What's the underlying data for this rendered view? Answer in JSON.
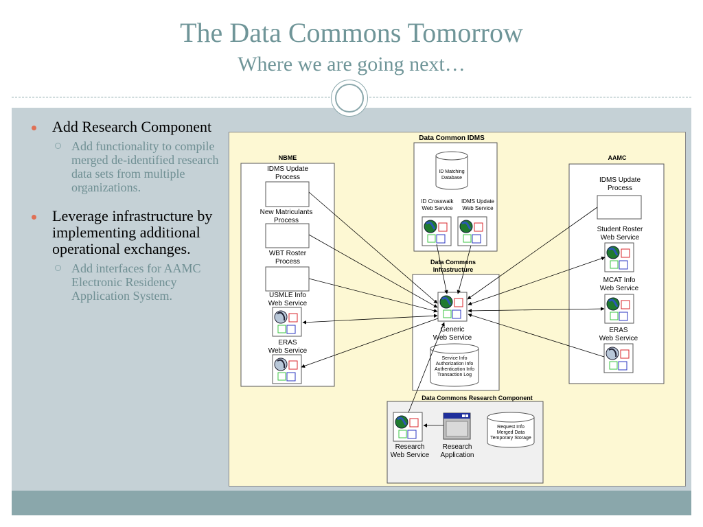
{
  "slide": {
    "title": "The Data Commons Tomorrow",
    "subtitle": "Where we are going next…"
  },
  "bullets": [
    {
      "text": "Add Research Component",
      "sub": "Add functionality to compile merged de-identified research data sets from multiple organizations."
    },
    {
      "text": "Leverage infrastructure by implementing additional operational exchanges.",
      "sub": "Add interfaces for AAMC Electronic Residency Application System."
    }
  ],
  "diagram": {
    "idms": {
      "title": "Data Common IDMS",
      "db_label": [
        "ID Matching",
        "Database"
      ],
      "crosswalk_label": [
        "ID Crosswalk",
        "Web Service"
      ],
      "update_label": [
        "IDMS Update",
        "Web Service"
      ]
    },
    "infrastructure": {
      "title": [
        "Data Commons",
        "Infrastructure"
      ],
      "generic_label": [
        "Generic",
        "Web Service"
      ],
      "db_label": [
        "Service Info",
        "Authorization Info",
        "Authentication Info",
        "Transaction Log"
      ]
    },
    "nbme": {
      "title": "NBME",
      "idms_update": [
        "IDMS Update",
        "Process"
      ],
      "new_matriculants": [
        "New Matriculants",
        "Process"
      ],
      "wbt_roster": [
        "WBT Roster",
        "Process"
      ],
      "usmle": [
        "USMLE Info",
        "Web Service"
      ],
      "eras": [
        "ERAS",
        "Web Service"
      ]
    },
    "aamc": {
      "title": "AAMC",
      "idms_update": [
        "IDMS Update",
        "Process"
      ],
      "student_roster": [
        "Student Roster",
        "Web Service"
      ],
      "mcat": [
        "MCAT Info",
        "Web Service"
      ],
      "eras": [
        "ERAS",
        "Web Service"
      ]
    },
    "research": {
      "title": "Data Commons Research Component",
      "ws_label": [
        "Research",
        "Web Service"
      ],
      "app_label": [
        "Research",
        "Application"
      ],
      "db_label": [
        "Request Info",
        "Merged Data",
        "Temporary Storage"
      ]
    }
  },
  "colors": {
    "title": "#6f9598",
    "panel": "#c5d1d6",
    "footer": "#8aa7ab",
    "bullet_dot": "#e07055",
    "diagram_bg": "#fdf8d3"
  }
}
